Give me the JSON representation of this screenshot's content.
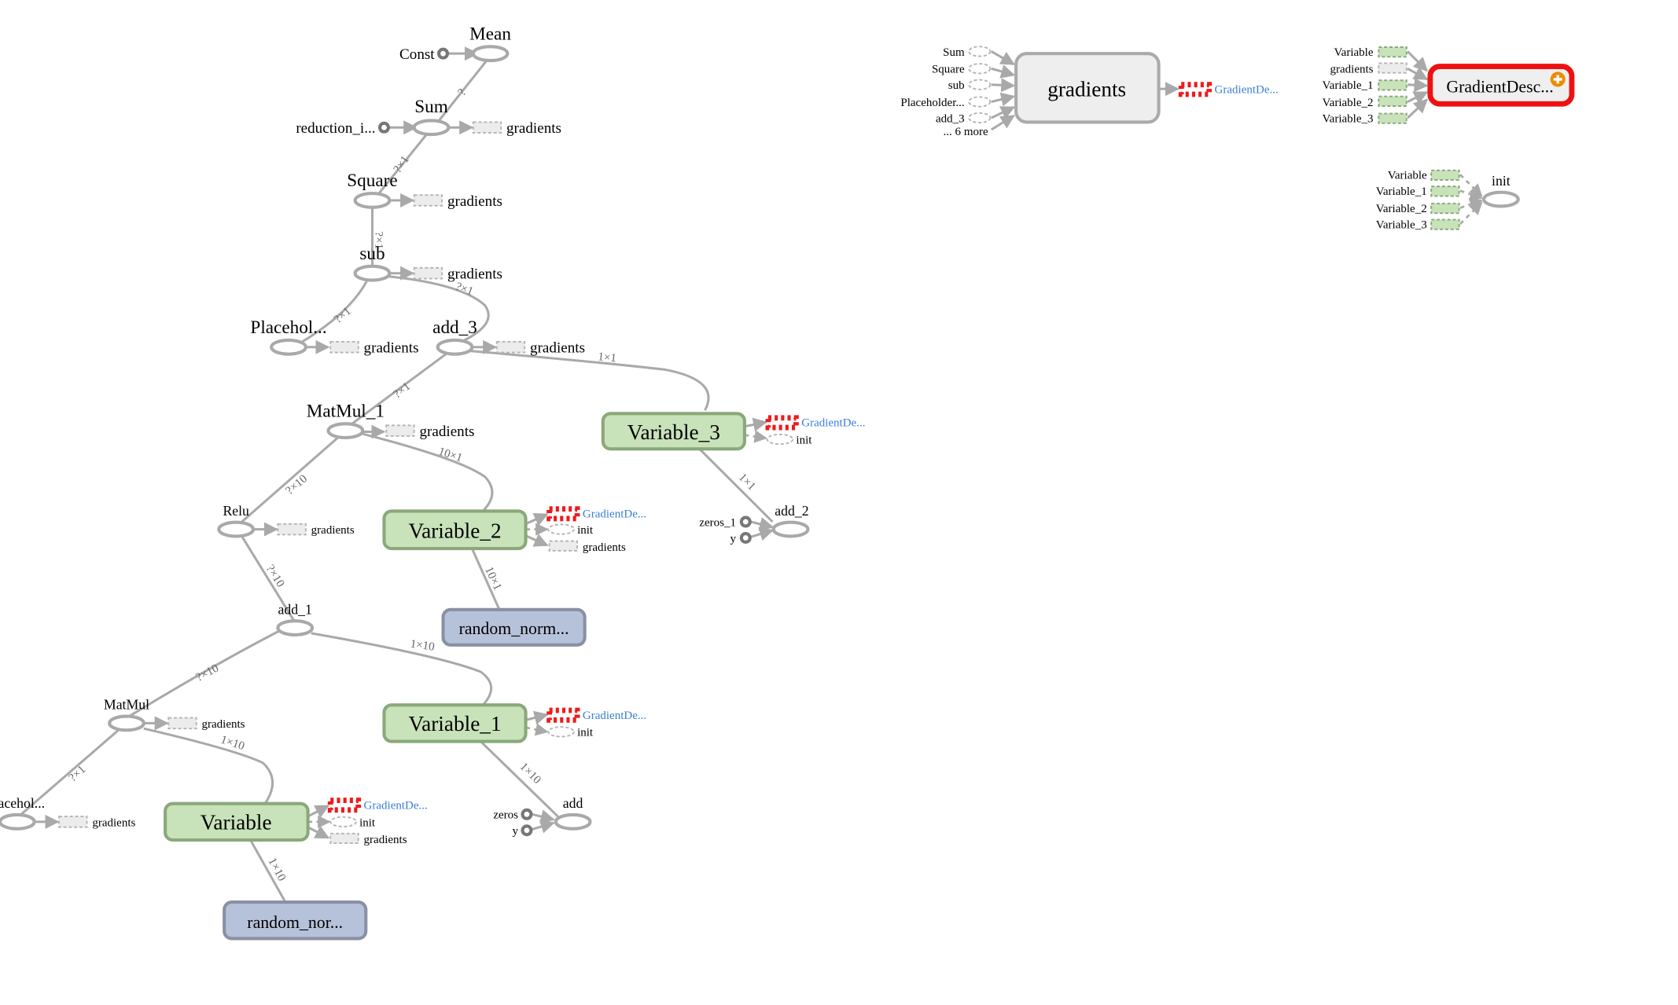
{
  "main": {
    "mean": "Mean",
    "const": "Const",
    "sum": "Sum",
    "reduction": "reduction_i...",
    "square": "Square",
    "sub": "sub",
    "placeholder_1": "Placehol...",
    "add_3": "add_3",
    "matmul_1": "MatMul_1",
    "relu": "Relu",
    "add_1": "add_1",
    "matmul": "MatMul",
    "placeholder": "acehol...",
    "variable": "Variable",
    "variable_1": "Variable_1",
    "variable_2": "Variable_2",
    "variable_3": "Variable_3",
    "random_norm_a": "random_nor...",
    "random_norm_b": "random_norm...",
    "add": "add",
    "add_2": "add_2",
    "zeros": "zeros",
    "zeros_1": "zeros_1",
    "y": "y",
    "gradients": "gradients",
    "init": "init",
    "gradient_desc_ref": "GradientDe..."
  },
  "edge_labels": {
    "mean_sum": "?",
    "sum_square": "?×1",
    "square_sub": "?×1",
    "sub_placeholder": "?×1",
    "sub_add3": "?×1",
    "add3_matmul1": "?×1",
    "add3_var3": "1×1",
    "matmul1_relu": "?×10",
    "matmul1_var2": "10×1",
    "var2_rand": "10×1",
    "var3_add2": "1×1",
    "relu_add1": "?×10",
    "add1_matmul": "?×10",
    "add1_var1": "1×10",
    "matmul_placeholder": "?×1",
    "matmul_var": "1×10",
    "var_rand": "1×10",
    "var1_add": "1×10"
  },
  "gradients_group": {
    "title": "gradients",
    "inputs": [
      "Sum",
      "Square",
      "sub",
      "Placeholder...",
      "add_3",
      "... 6 more"
    ],
    "output": "GradientDe..."
  },
  "gradient_descent_group": {
    "title": "GradientDesc...",
    "inputs": [
      "Variable",
      "gradients",
      "Variable_1",
      "Variable_2",
      "Variable_3"
    ]
  },
  "init_group": {
    "title": "init",
    "inputs": [
      "Variable",
      "Variable_1",
      "Variable_2",
      "Variable_3"
    ]
  },
  "colors": {
    "variable": "#c8e2ba",
    "random": "#b6c2da",
    "group": "#eeeeee",
    "selection": "#ee1111",
    "reference_link": "#3a7fd5",
    "expand": "#f08a00"
  }
}
